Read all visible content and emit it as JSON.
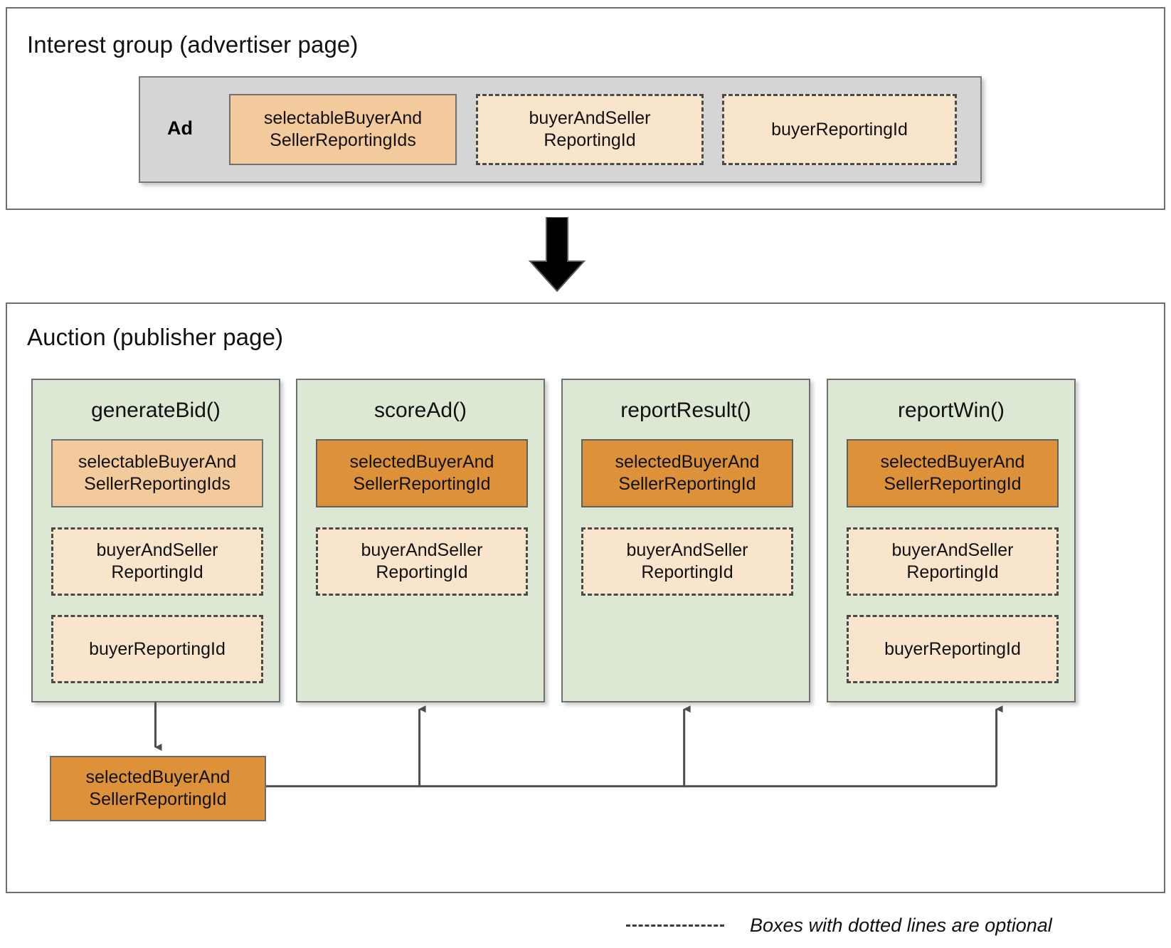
{
  "colors": {
    "accent_light_orange": "#f2ca9b",
    "accent_dark_orange": "#dd9138",
    "accent_cream": "#f9e4cc",
    "accent_green": "#dce7d4",
    "container_gray": "#d5d5d5",
    "border_gray": "#6f6f6f"
  },
  "interest_group": {
    "title": "Interest group (advertiser page)",
    "ad_label": "Ad",
    "tokens": [
      {
        "label": "selectableBuyerAnd\nSellerReportingIds",
        "style": "solid-light",
        "optional": false
      },
      {
        "label": "buyerAndSeller\nReportingId",
        "style": "dashed",
        "optional": true
      },
      {
        "label": "buyerReportingId",
        "style": "dashed",
        "optional": true
      }
    ]
  },
  "flow_arrow": {
    "direction": "down",
    "icon": "down-block-arrow-icon"
  },
  "auction": {
    "title": "Auction (publisher page)",
    "columns": [
      {
        "name": "generateBid()",
        "slots": [
          {
            "label": "selectableBuyerAnd\nSellerReportingIds",
            "style": "solid-light",
            "optional": false
          },
          {
            "label": "buyerAndSeller\nReportingId",
            "style": "dashed",
            "optional": true
          },
          {
            "label": "buyerReportingId",
            "style": "dashed",
            "optional": true
          }
        ]
      },
      {
        "name": "scoreAd()",
        "slots": [
          {
            "label": "selectedBuyerAnd\nSellerReportingId",
            "style": "solid-dark",
            "optional": false
          },
          {
            "label": "buyerAndSeller\nReportingId",
            "style": "dashed",
            "optional": true
          }
        ]
      },
      {
        "name": "reportResult()",
        "slots": [
          {
            "label": "selectedBuyerAnd\nSellerReportingId",
            "style": "solid-dark",
            "optional": false
          },
          {
            "label": "buyerAndSeller\nReportingId",
            "style": "dashed",
            "optional": true
          }
        ]
      },
      {
        "name": "reportWin()",
        "slots": [
          {
            "label": "selectedBuyerAnd\nSellerReportingId",
            "style": "solid-dark",
            "optional": false
          },
          {
            "label": "buyerAndSeller\nReportingId",
            "style": "dashed",
            "optional": true
          },
          {
            "label": "buyerReportingId",
            "style": "dashed",
            "optional": true
          }
        ]
      }
    ],
    "output_box": {
      "label": "selectedBuyerAnd\nSellerReportingId",
      "style": "solid-dark"
    },
    "connections": [
      {
        "from": "generateBid()",
        "to": "selectedBuyerAndSellerReportingId",
        "direction": "down"
      },
      {
        "from": "selectedBuyerAndSellerReportingId",
        "to": "scoreAd()",
        "direction": "up"
      },
      {
        "from": "selectedBuyerAndSellerReportingId",
        "to": "reportResult()",
        "direction": "up"
      },
      {
        "from": "selectedBuyerAndSellerReportingId",
        "to": "reportWin()",
        "direction": "up"
      }
    ]
  },
  "legend": {
    "text": "Boxes with dotted lines are optional",
    "line_style": "dashed"
  }
}
